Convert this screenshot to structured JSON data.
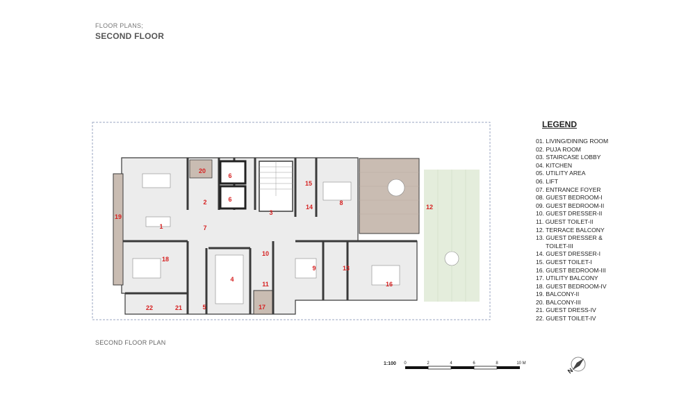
{
  "header": {
    "subtitle": "FLOOR PLANS;",
    "title": "SECOND FLOOR"
  },
  "caption": "SECOND FLOOR PLAN",
  "legend": {
    "title": "LEGEND",
    "items": [
      "01. LIVING/DINING ROOM",
      "02. PUJA ROOM",
      "03. STAIRCASE LOBBY",
      "04. KITCHEN",
      "05. UTILITY AREA",
      "06. LIFT",
      "07. ENTRANCE FOYER",
      "08. GUEST BEDROOM-I",
      "09. GUEST BEDROOM-II",
      "10. GUEST DRESSER-II",
      "11. GUEST TOILET-II",
      "12. TERRACE BALCONY",
      "13. GUEST DRESSER &",
      "      TOILET-III",
      "14. GUEST DRESSER-I",
      "15. GUEST TOILET-I",
      "16. GUEST BEDROOM-III",
      "17. UTILITY BALCONY",
      "18. GUEST BEDROOM-IV",
      "19. BALCONY-II",
      "20. BALCONY-III",
      "21. GUEST DRESS-IV",
      "22. GUEST TOILET-IV"
    ]
  },
  "room_numbers": [
    "1",
    "2",
    "3",
    "4",
    "5",
    "6",
    "6",
    "7",
    "8",
    "9",
    "10",
    "11",
    "12",
    "13",
    "14",
    "15",
    "16",
    "17",
    "18",
    "19",
    "20",
    "21",
    "22"
  ],
  "scale": {
    "label": "1:100",
    "ticks": [
      "0",
      "2",
      "4",
      "6",
      "8",
      "10 M"
    ]
  },
  "compass": {
    "label": "N"
  },
  "colors": {
    "room_label": "#d62020",
    "wall": "#3a3a3a",
    "terrace_deck": "#c9bcb2",
    "lawn": "#e4eddc",
    "floor": "#ececec"
  }
}
